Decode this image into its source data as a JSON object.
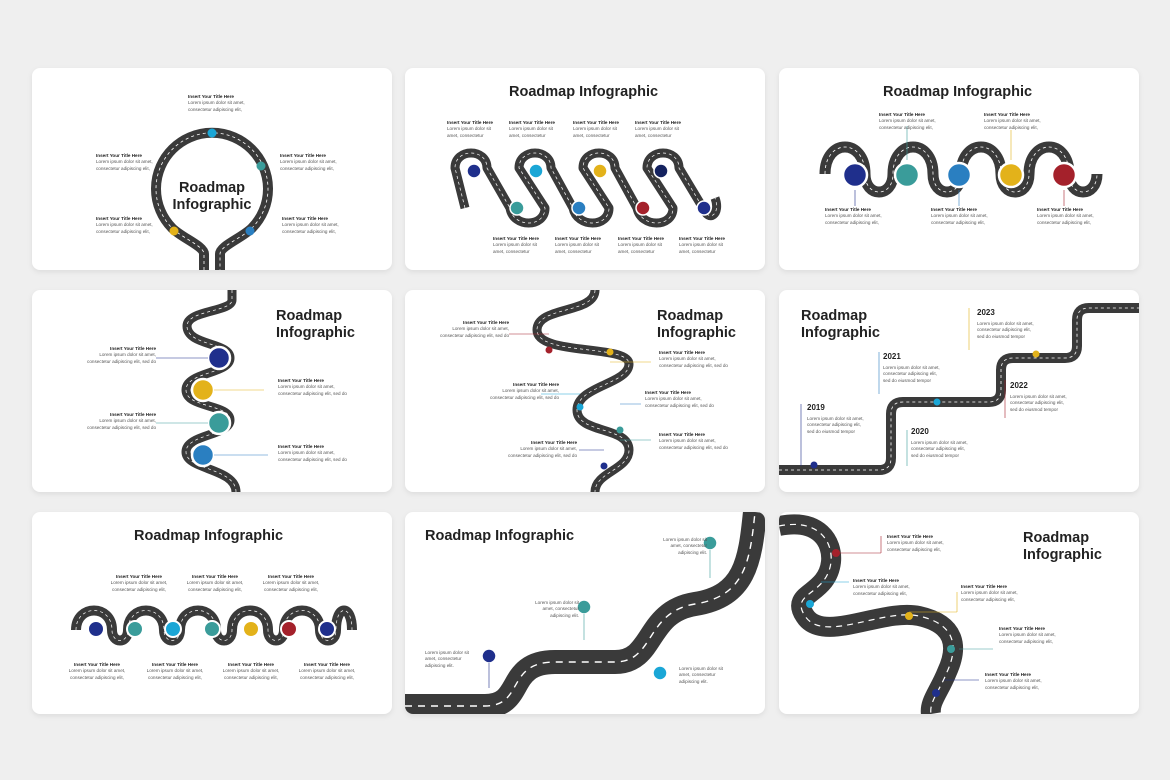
{
  "titles": {
    "roadmap": "Roadmap",
    "infographic": "Infographic",
    "full": "Roadmap Infographic"
  },
  "caption": {
    "heading": "Insert Your Title Here",
    "line1": "Lorem ipsum dolor sit amet,",
    "line2": "consectetur adipiscing elit,",
    "line2_sed": "consectetur adipiscing elit, sed do",
    "line3_sed": "sed do eiusmod tempor",
    "short_a": "Lorem ipsum dolor sit",
    "short_b": "amet, consectetur",
    "short_c": "adipiscing elit."
  },
  "years": [
    "2019",
    "2020",
    "2021",
    "2022",
    "2023"
  ],
  "colors": {
    "road": "#3a3a3a",
    "navy": "#1f2f8c",
    "teal": "#3a9c9a",
    "cyan": "#1aa6d6",
    "sky": "#2a7fc1",
    "gold": "#e3b21a",
    "maroon": "#a4212b",
    "dark_navy": "#14225f"
  },
  "icons": [
    "chart-icon",
    "people-icon",
    "gear-icon",
    "lightbulb-icon",
    "target-icon",
    "briefcase-icon",
    "presentation-icon",
    "location-pin-icon"
  ]
}
